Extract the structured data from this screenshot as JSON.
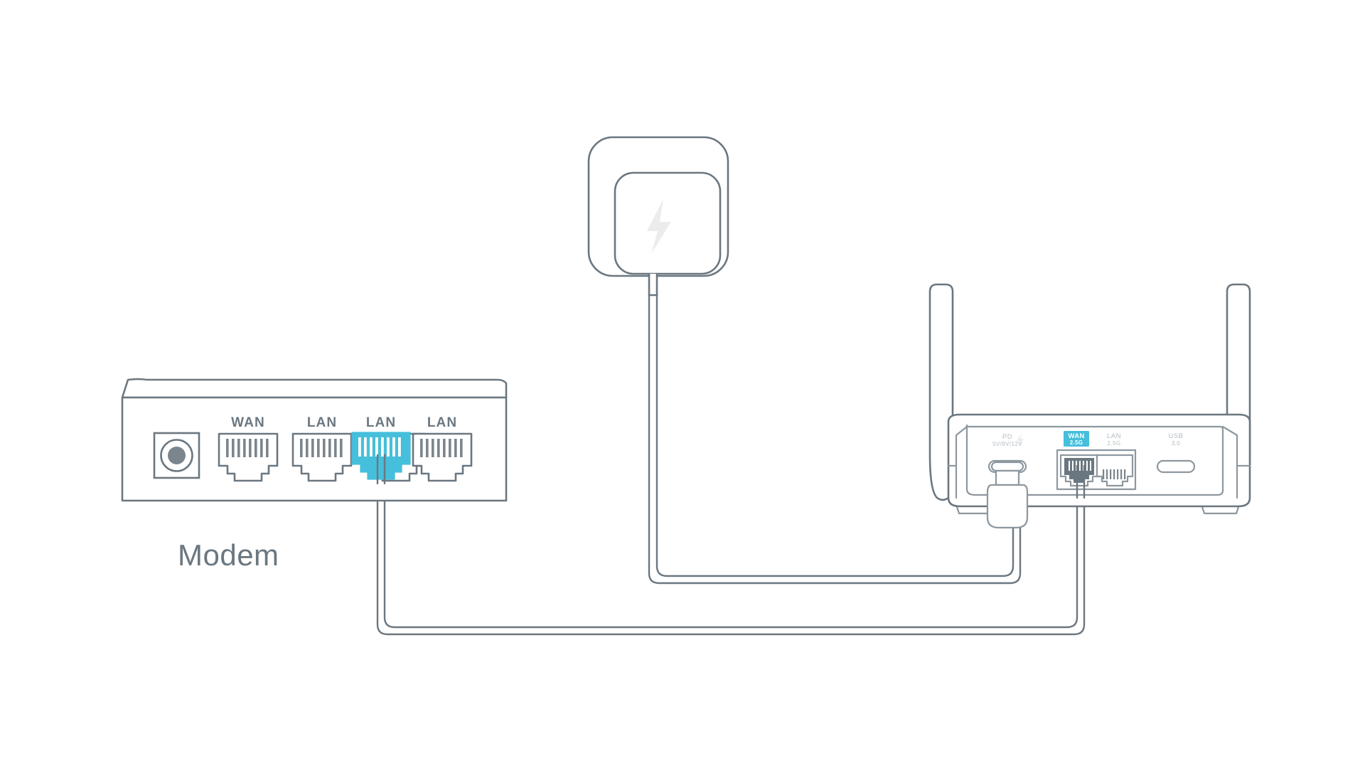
{
  "diagram": {
    "title": "Router hardware connection diagram",
    "type": "network-setup",
    "background_color": "#ffffff",
    "line_color": "#6b7780",
    "highlight_color": "#45bfdb",
    "faint_label_color": "#b3bbc1"
  },
  "modem": {
    "device_label": "Modem",
    "dc_jack_name": "dc-power-jack",
    "ports": [
      {
        "label": "WAN",
        "type": "rj45",
        "state": "empty",
        "connected": false
      },
      {
        "label": "LAN",
        "type": "rj45",
        "state": "empty",
        "connected": false
      },
      {
        "label": "LAN",
        "type": "rj45",
        "state": "highlighted",
        "connected": true
      },
      {
        "label": "LAN",
        "type": "rj45",
        "state": "empty",
        "connected": false
      }
    ]
  },
  "router": {
    "device_label": "",
    "antenna_count": 2,
    "ports": [
      {
        "label": "PD",
        "sublabel": "5V/9V/12V",
        "type": "usb-c",
        "state": "empty",
        "connected": true,
        "icon": "lightning-bolt-icon"
      },
      {
        "label": "WAN",
        "sublabel": "2.5G",
        "type": "rj45",
        "state": "highlighted",
        "connected": true,
        "icon": ""
      },
      {
        "label": "LAN",
        "sublabel": "2.5G",
        "type": "rj45",
        "state": "empty",
        "connected": false,
        "icon": ""
      },
      {
        "label": "USB",
        "sublabel": "3.0",
        "type": "usb-c",
        "state": "empty",
        "connected": false,
        "icon": ""
      }
    ]
  },
  "power_adapter": {
    "name": "power-adapter",
    "icon": "lightning-bolt-icon",
    "has_cable": true
  },
  "cables": [
    {
      "name": "ethernet-cable",
      "from": "modem.LAN-3",
      "to": "router.WAN-2.5G",
      "color": "#6b7780"
    },
    {
      "name": "power-cable",
      "from": "power-adapter",
      "to": "router.PD",
      "color": "#6b7780"
    }
  ]
}
